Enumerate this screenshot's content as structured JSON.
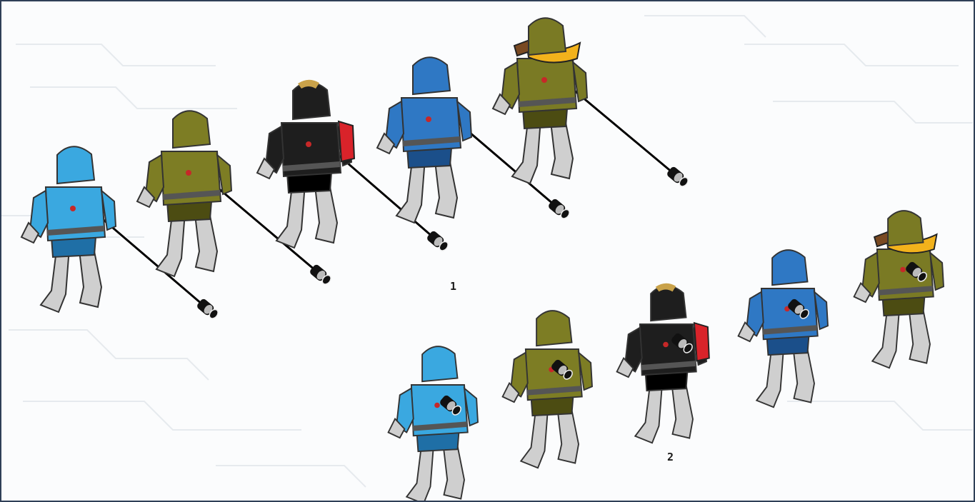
{
  "steps": [
    {
      "number": "1"
    },
    {
      "number": "2"
    }
  ],
  "figures": [
    {
      "armor": "light-blue",
      "color": "#3aa8e0",
      "dark": "#1f6fa6"
    },
    {
      "armor": "olive",
      "color": "#7d7d24",
      "dark": "#4c4c12"
    },
    {
      "armor": "black",
      "color": "#1e1e1e",
      "dark": "#000000",
      "pack": "#d9232a"
    },
    {
      "armor": "blue",
      "color": "#2f78c4",
      "dark": "#1b4f8a"
    },
    {
      "armor": "olive-gold",
      "color": "#7a7a24",
      "dark": "#4c4c12",
      "shoulder": "#f2b21c"
    }
  ],
  "colors": {
    "border": "#2f3f57",
    "limb_gray": "#cfcfcf",
    "cable": "#000000",
    "circuit_bg": "#e8ecef"
  }
}
